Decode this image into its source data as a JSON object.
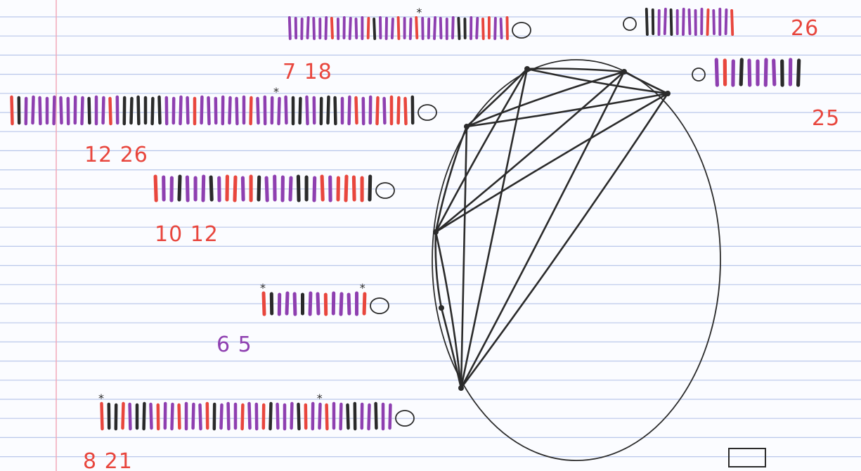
{
  "colors": {
    "ruled_line": "#b9c7ea",
    "margin_line": "#f1a8b8",
    "ink": "#2b2b2b",
    "red": "#e8463d",
    "purple": "#8e3fb0",
    "blue": "#3c5fd0",
    "black": "#2a2a2a",
    "label_red": "#e8463d",
    "label_purple": "#8e3fb0"
  },
  "strands": [
    {
      "label": "7 18",
      "label_color": "label_red",
      "seq": "PPPPPPPRPPPPPRBPPPRPPRPPPPPPBBPPRRPPR",
      "stars": [
        0.58
      ]
    },
    {
      "label": "12 26",
      "label_color": "label_red",
      "seq": "RBPPPPPPPPPBPPRPBBBBBBPPPPRPPPPPPPRPPPPPBBPPBBBPPRPPRPRRRB",
      "stars": [
        0.65
      ]
    },
    {
      "label": "10 12",
      "label_color": "label_red",
      "seq": "RPPBPPPBPRRPRBPPPPBBPRPRRRRB",
      "stars": []
    },
    {
      "label": "6 5",
      "label_color": "label_purple",
      "seq": "RBPPPBPPRPPPPR",
      "stars": [
        0.0,
        0.92
      ]
    },
    {
      "label": "8 21",
      "label_color": "label_red",
      "seq": "RBBRPBBPRPPRPPPRBPPPRPPRBPPPBRPPRPPBBPPBPP",
      "stars": [
        0.0,
        0.74
      ]
    },
    {
      "label": "26",
      "label_color": "label_red",
      "seq": "BBPPBPPPPPRPPPR",
      "stars": []
    },
    {
      "label": "25",
      "label_color": "label_red",
      "seq": "PRPBPPPPBPB",
      "stars": []
    }
  ],
  "graph": {
    "edges": [
      [
        0,
        1
      ],
      [
        0,
        2
      ],
      [
        0,
        3
      ],
      [
        0,
        4
      ],
      [
        0,
        5
      ],
      [
        1,
        2
      ],
      [
        1,
        3
      ],
      [
        1,
        4
      ],
      [
        1,
        5
      ],
      [
        2,
        3
      ],
      [
        2,
        4
      ],
      [
        2,
        5
      ],
      [
        3,
        4
      ],
      [
        3,
        5
      ],
      [
        4,
        5
      ],
      [
        4,
        6
      ],
      [
        6,
        5
      ]
    ]
  }
}
